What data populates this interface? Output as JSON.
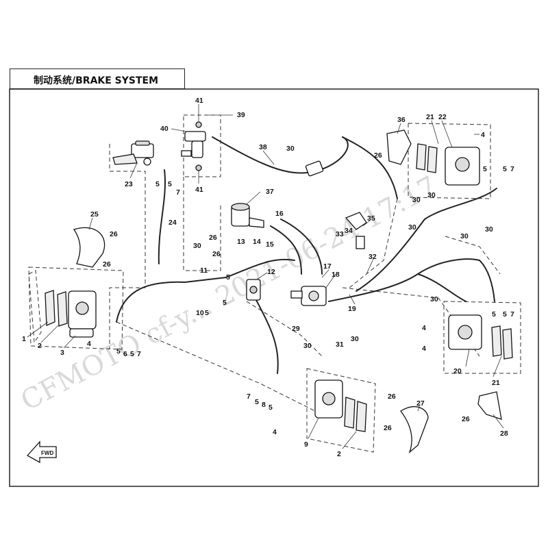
{
  "title": "制动系统/BRAKE SYSTEM",
  "watermark": "CFMOTO cf-y... 2021-06-24 17:17",
  "fwd_label": "FWD",
  "callouts": {
    "c41_top": "41",
    "c39": "39",
    "c40": "40",
    "c41_bot": "41",
    "c23": "23",
    "c5_mc": "5",
    "c5_mc2": "5",
    "c7_mc": "7",
    "c24": "24",
    "c38": "38",
    "c30_cable": "30",
    "c25": "25",
    "c26_g1": "26",
    "c26_g2": "26",
    "c37": "37",
    "c26_res": "26",
    "c26_res2": "26",
    "c13": "13",
    "c14": "14",
    "c15": "15",
    "c16": "16",
    "c35": "35",
    "c34": "34",
    "c33": "33",
    "c32": "32",
    "c36": "36",
    "c26_rg": "26",
    "c21_top": "21",
    "c22": "22",
    "c4_top": "4",
    "c5_rc": "5",
    "c5_rc2": "5",
    "c7_rc": "7",
    "c30_a": "30",
    "c30_b": "30",
    "c30_c": "30",
    "c30_d": "30",
    "c30_e": "30",
    "c1": "1",
    "c2_left": "2",
    "c3": "3",
    "c4_left": "4",
    "c5_l1": "5",
    "c6": "6",
    "c5_l2": "5",
    "c7_l": "7",
    "c30_mid": "30",
    "c11": "11",
    "c5_tee": "5",
    "c12": "12",
    "c10": "10",
    "c5_tee2": "5",
    "c5_tee3": "5",
    "c17": "17",
    "c18": "18",
    "c19": "19",
    "c29": "29",
    "c31": "31",
    "c30_pv": "30",
    "c30_low": "30",
    "c30_r1": "30",
    "c5_rr": "5",
    "c5_rr2": "5",
    "c7_rr": "7",
    "c4_rr1": "4",
    "c4_rr2": "4",
    "c20": "20",
    "c21_bot": "21",
    "c7_f": "7",
    "c5_f1": "5",
    "c8": "8",
    "c5_f2": "5",
    "c4_f": "4",
    "c9": "9",
    "c2_bot": "2",
    "c26_fg": "26",
    "c27": "27",
    "c26_fg2": "26",
    "c26_rg2": "26",
    "c28": "28"
  }
}
